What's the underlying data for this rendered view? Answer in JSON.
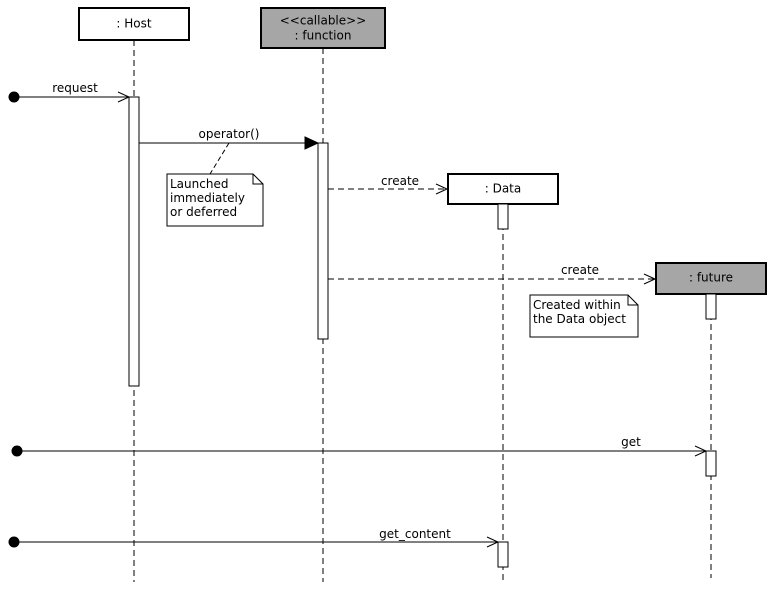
{
  "colors": {
    "stroke": "#000000",
    "lifeline_box_fill": "#ffffff",
    "stereotyped_box_fill": "#a6a6a6",
    "note_fill": "#ffffff"
  },
  "participants": {
    "host": {
      "label": ": Host"
    },
    "function": {
      "stereotype": "<<callable>>",
      "label": ": function"
    },
    "data": {
      "label": ": Data"
    },
    "future": {
      "label": ": future"
    }
  },
  "messages": {
    "request": "request",
    "operator": "operator()",
    "create_data": "create",
    "create_future": "create",
    "get": "get",
    "get_content": "get_content"
  },
  "notes": {
    "launch": [
      "Launched",
      "immediately",
      "or deferred"
    ],
    "created_within": [
      "Created within",
      "the Data object"
    ]
  }
}
